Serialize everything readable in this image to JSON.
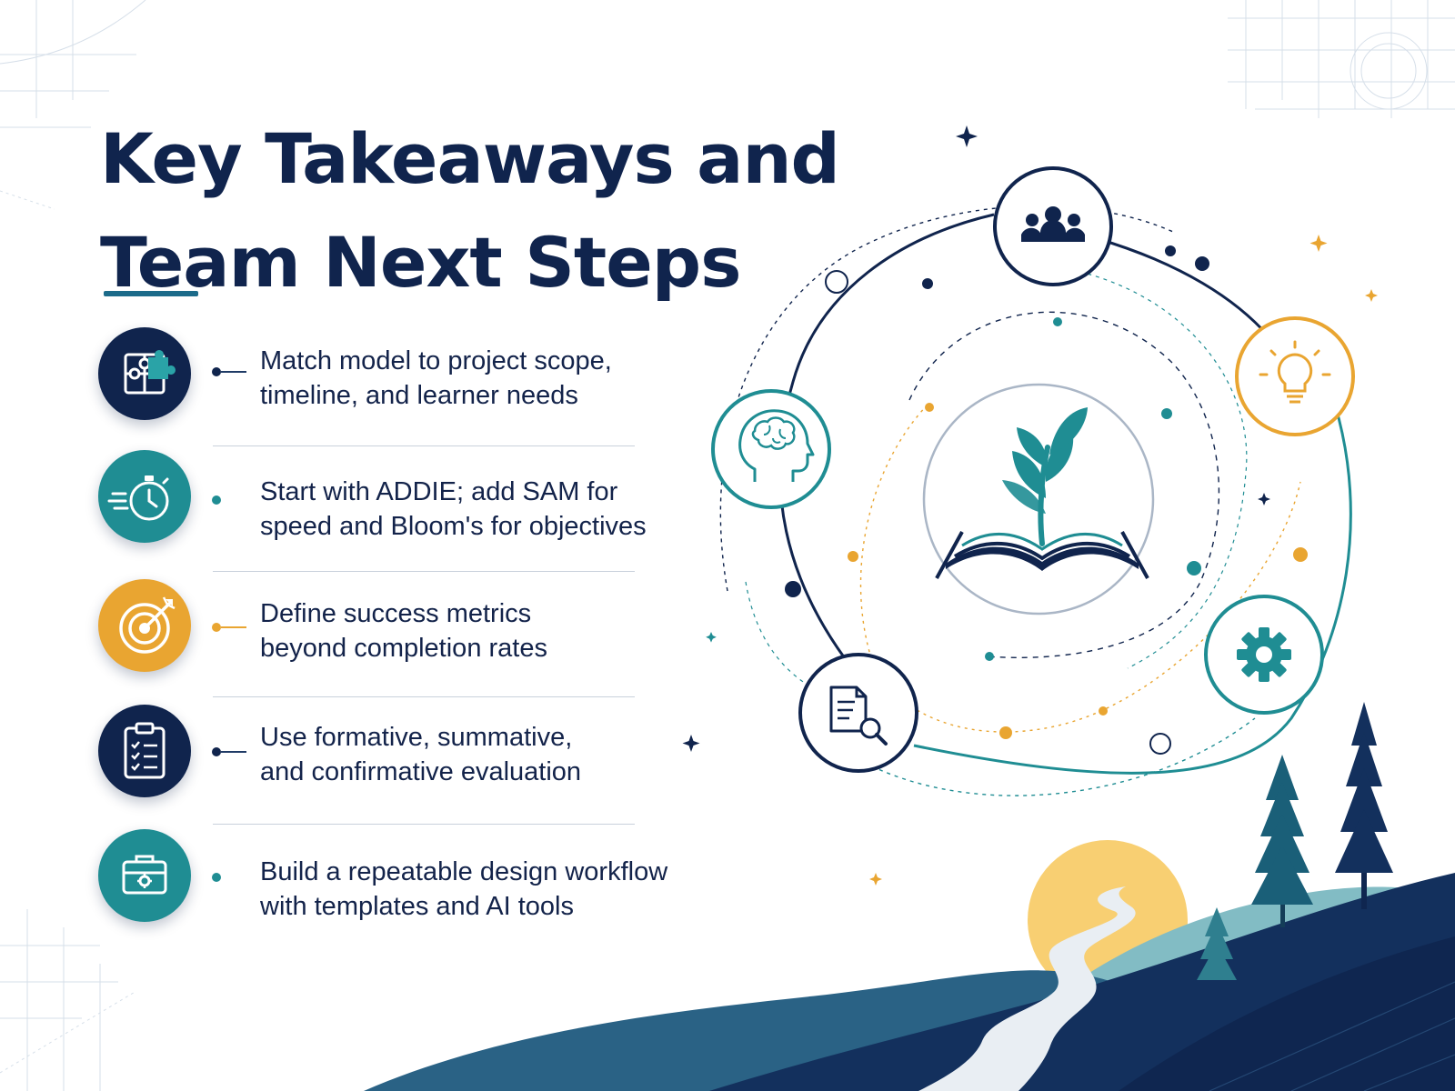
{
  "title": {
    "line1": "Key  Takeaways and",
    "line2": "Team Next Steps"
  },
  "colors": {
    "navy": "#10244d",
    "teal": "#1f8d93",
    "gold": "#e9a531",
    "sun": "#f8cf72"
  },
  "takeaways": [
    {
      "icon": "puzzle-icon",
      "color": "#10244d",
      "line1": "Match model to project scope,",
      "line2": "timeline, and learner needs"
    },
    {
      "icon": "stopwatch-icon",
      "color": "#1f8d93",
      "line1": "Start with ADDIE; add SAM for",
      "line2": "speed and Bloom's for objectives"
    },
    {
      "icon": "target-icon",
      "color": "#e9a531",
      "line1": "Define success metrics",
      "line2": "beyond completion rates"
    },
    {
      "icon": "clipboard-checklist-icon",
      "color": "#10244d",
      "line1": "Use formative, summative,",
      "line2": "and confirmative evaluation"
    },
    {
      "icon": "toolbox-gear-icon",
      "color": "#1f8d93",
      "line1": "Build a repeatable design workflow",
      "line2": "with templates and AI tools"
    }
  ],
  "diagram": {
    "center_icon": "book-sprout-icon",
    "nodes": [
      "team-icon",
      "lightbulb-icon",
      "gear-icon",
      "document-search-icon",
      "brain-head-icon"
    ]
  }
}
